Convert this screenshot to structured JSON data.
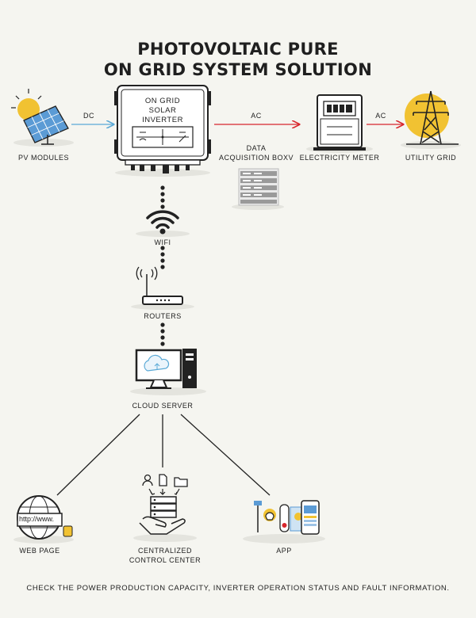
{
  "title": {
    "line1": "PHOTOVOLTAIC PURE",
    "line2": "ON GRID SYSTEM SOLUTION"
  },
  "inverter": {
    "line1": "ON GRID",
    "line2": "SOLAR",
    "line3": "INVERTER"
  },
  "nodes": {
    "pv_modules": "PV MODULES",
    "data_acq_line1": "DATA",
    "data_acq_line2": "ACQUISITION BOXV",
    "electricity_meter": "ELECTRICITY METER",
    "utility_grid": "UTILITY GRID",
    "wifi": "WIFI",
    "routers": "ROUTERS",
    "cloud_server": "CLOUD SERVER",
    "web_page": "WEB PAGE",
    "control_line1": "CENTRALIZED",
    "control_line2": "CONTROL CENTER",
    "app": "APP"
  },
  "connections": {
    "dc": "DC",
    "ac1": "AC",
    "ac2": "AC"
  },
  "web_page_url": "http://www.",
  "footer": "CHECK THE POWER PRODUCTION CAPACITY, INVERTER OPERATION STATUS AND FAULT INFORMATION.",
  "colors": {
    "background": "#f5f5f0",
    "dc_arrow": "#5aa9d6",
    "ac_arrow": "#d8262c",
    "accent_yellow": "#f1c232",
    "solar_blue": "#5b9bd5",
    "ink": "#222222"
  },
  "icons": [
    "solar-panel-icon",
    "inverter-icon",
    "server-rack-icon",
    "electricity-meter-icon",
    "power-tower-icon",
    "wifi-icon",
    "router-icon",
    "computer-icon",
    "browser-icon",
    "control-center-icon",
    "app-icon"
  ]
}
